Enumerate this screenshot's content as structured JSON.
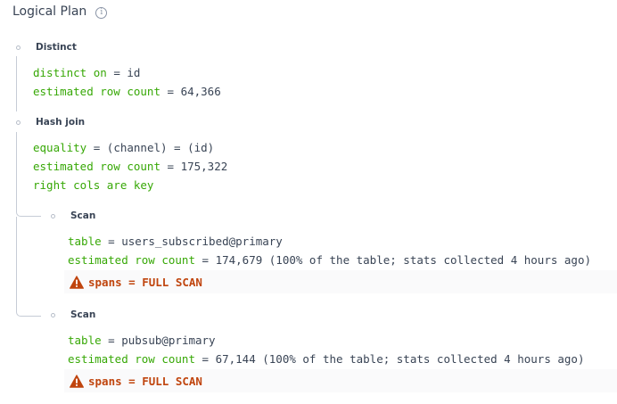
{
  "header": {
    "title": "Logical Plan",
    "info_icon": "info-icon"
  },
  "nodes": {
    "distinct": {
      "name": "Distinct",
      "attrs": [
        {
          "key": "distinct on",
          "value": "id"
        },
        {
          "key": "estimated row count",
          "value": "64,366"
        }
      ]
    },
    "hash_join": {
      "name": "Hash join",
      "attrs": [
        {
          "key": "equality",
          "value": "(channel) = (id)"
        },
        {
          "key": "estimated row count",
          "value": "175,322"
        },
        {
          "key": "right cols are key"
        }
      ]
    },
    "scan1": {
      "name": "Scan",
      "attrs": [
        {
          "key": "table",
          "value": "users_subscribed@primary"
        },
        {
          "key": "estimated row count",
          "value": "174,679 (100% of the table; stats collected 4 hours ago)"
        }
      ],
      "warning": {
        "key": "spans",
        "value": "FULL SCAN",
        "icon": "warning-icon"
      }
    },
    "scan2": {
      "name": "Scan",
      "attrs": [
        {
          "key": "table",
          "value": "pubsub@primary"
        },
        {
          "key": "estimated row count",
          "value": "67,144 (100% of the table; stats collected 4 hours ago)"
        }
      ],
      "warning": {
        "key": "spans",
        "value": "FULL SCAN",
        "icon": "warning-icon"
      }
    }
  },
  "colors": {
    "key": "#37a806",
    "text": "#394455",
    "warning": "#c0450e",
    "tree_line": "#c6ccd6"
  }
}
